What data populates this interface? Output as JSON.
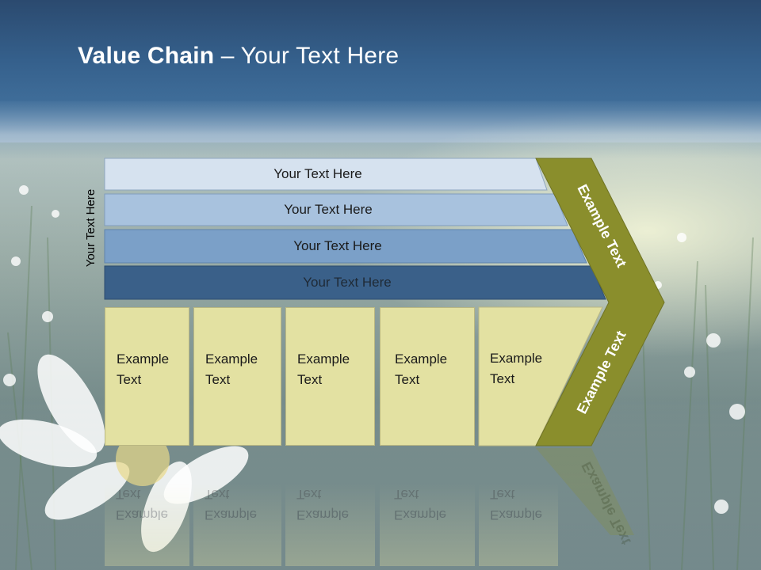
{
  "title": {
    "bold": "Value Chain",
    "rest": " – Your Text Here"
  },
  "side_label": "Your Text Here",
  "bars": [
    {
      "label": "Your Text Here",
      "fill": "#d6e2ef"
    },
    {
      "label": "Your Text Here",
      "fill": "#a8c2de"
    },
    {
      "label": "Your Text Here",
      "fill": "#7ba0c8"
    },
    {
      "label": "Your Text Here",
      "fill": "#3a6089"
    }
  ],
  "columns": [
    {
      "line1": "Example",
      "line2": "Text"
    },
    {
      "line1": "Example",
      "line2": "Text"
    },
    {
      "line1": "Example",
      "line2": "Text"
    },
    {
      "line1": "Example",
      "line2": "Text"
    },
    {
      "line1": "Example",
      "line2": "Text"
    }
  ],
  "chevron": {
    "upper_label": "Example Text",
    "lower_label": "Example Text",
    "fill": "#8a8e2c"
  },
  "colors": {
    "column_fill": "#e3e1a2",
    "header": "#35608c"
  }
}
